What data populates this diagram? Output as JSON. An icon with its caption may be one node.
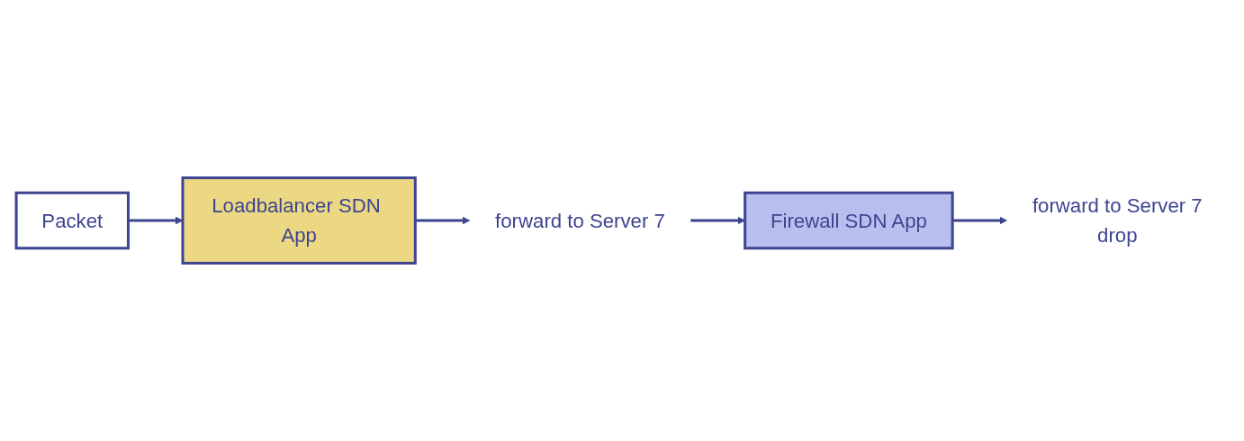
{
  "diagram": {
    "nodes": [
      {
        "text": [
          "Packet"
        ]
      },
      {
        "text": [
          "Loadbalancer SDN App"
        ]
      },
      {
        "text": [
          "forward to Server 7"
        ]
      },
      {
        "text": [
          "Firewall SDN App"
        ]
      },
      {
        "text": [
          "forward to Server 7",
          "drop"
        ]
      }
    ],
    "edges": [
      {
        "from": 0,
        "to": 1,
        "arrow": "to"
      },
      {
        "from": 1,
        "to": 2,
        "arrow": "to"
      },
      {
        "from": 2,
        "to": 3,
        "arrow": "to"
      },
      {
        "from": 3,
        "to": 4,
        "arrow": "to"
      }
    ]
  }
}
